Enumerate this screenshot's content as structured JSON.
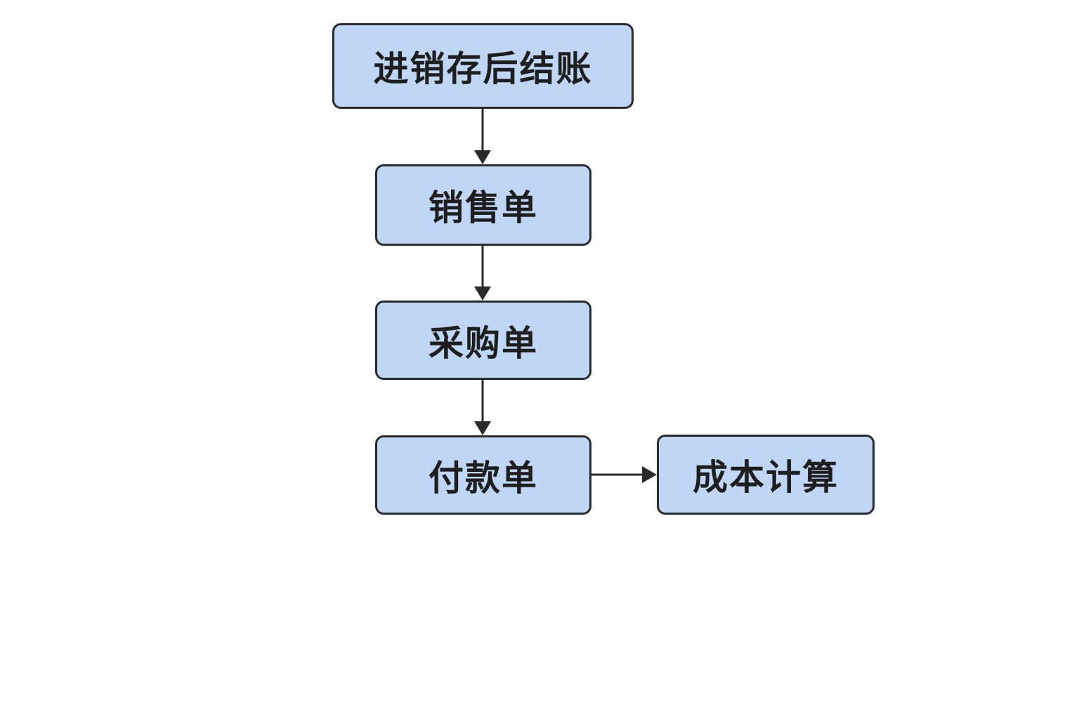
{
  "diagram": {
    "colors": {
      "node_fill": "#c0d6f6",
      "node_border": "#2a2a2a",
      "edge": "#2a2a2a",
      "text": "#1e1e1e"
    },
    "nodes": {
      "start": {
        "label": "进销存后结账"
      },
      "sales": {
        "label": "销售单"
      },
      "purchase": {
        "label": "采购单"
      },
      "payment": {
        "label": "付款单"
      },
      "cost": {
        "label": "成本计算"
      }
    },
    "edges": [
      {
        "from": "start",
        "to": "sales"
      },
      {
        "from": "sales",
        "to": "purchase"
      },
      {
        "from": "purchase",
        "to": "payment"
      },
      {
        "from": "payment",
        "to": "cost"
      }
    ]
  }
}
